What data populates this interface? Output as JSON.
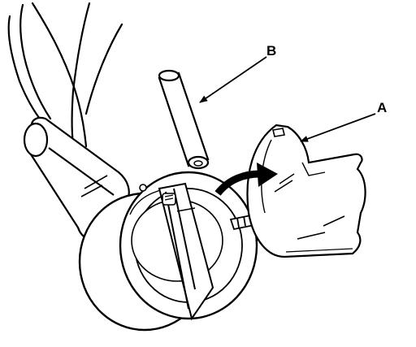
{
  "figure": {
    "labels": [
      {
        "id": "A",
        "text": "A"
      },
      {
        "id": "B",
        "text": "B"
      }
    ],
    "colors": {
      "ink": "#000000",
      "paper": "#ffffff",
      "shade": "#e9e9e9"
    }
  }
}
